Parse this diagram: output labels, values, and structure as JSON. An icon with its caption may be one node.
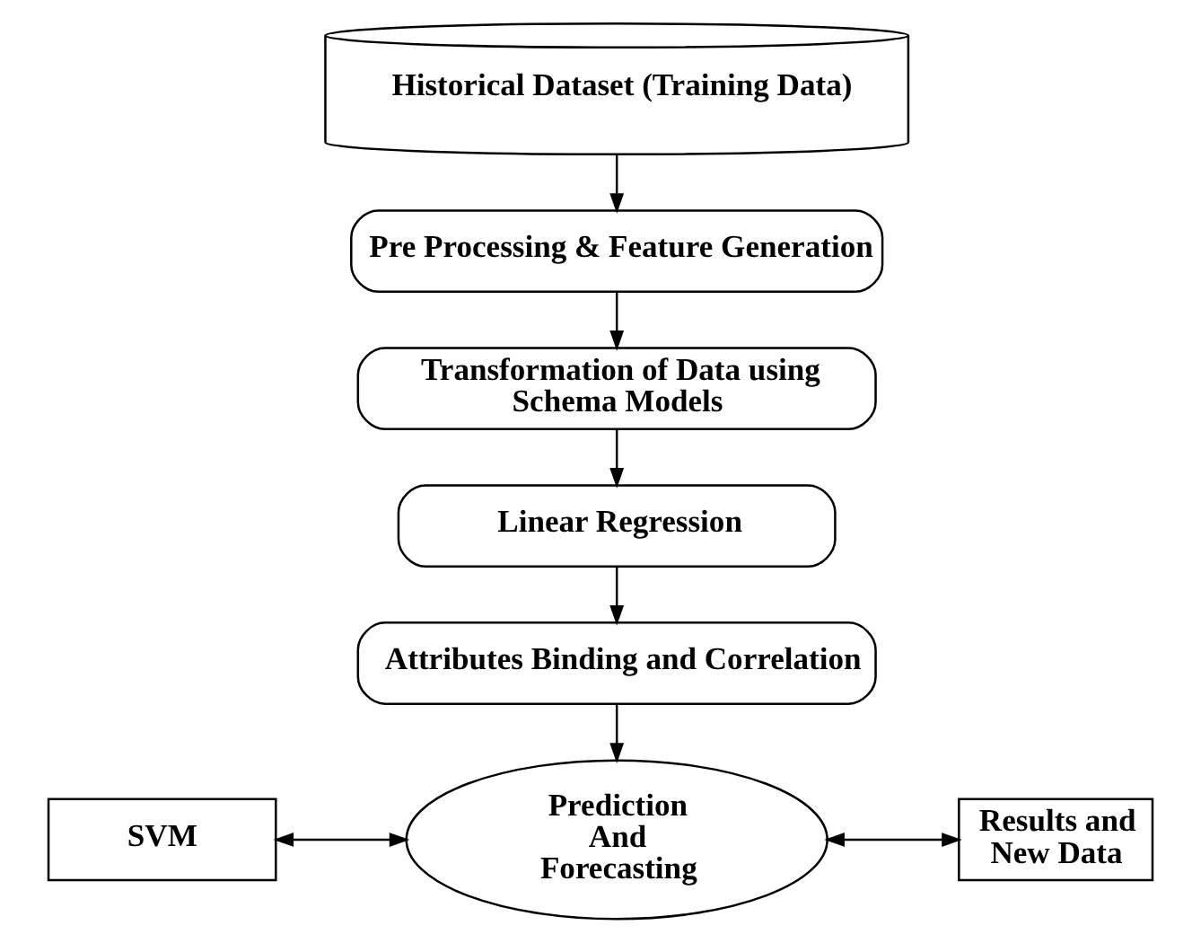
{
  "diagram": {
    "nodes": [
      {
        "text": [
          "Historical Dataset (Training Data)"
        ]
      },
      {
        "text": [
          "Pre Processing & Feature Generation"
        ]
      },
      {
        "text": [
          "Transformation of Data using Schema Models"
        ]
      },
      {
        "text": [
          "Linear Regression"
        ]
      },
      {
        "text": [
          "Attributes Binding and Correlation"
        ]
      },
      {
        "text": [
          "SVM"
        ]
      },
      {
        "text": [
          "Prediction And Forecasting"
        ]
      },
      {
        "text": [
          "Results and New Data"
        ]
      }
    ],
    "edges": [
      {
        "from": 0,
        "to": 1,
        "arrow": "to"
      },
      {
        "from": 1,
        "to": 2,
        "arrow": "to"
      },
      {
        "from": 2,
        "to": 3,
        "arrow": "to"
      },
      {
        "from": 3,
        "to": 4,
        "arrow": "to"
      },
      {
        "from": 4,
        "to": 6,
        "arrow": "to"
      },
      {
        "from": 5,
        "to": 6,
        "arrow": "both"
      },
      {
        "from": 6,
        "to": 7,
        "arrow": "both"
      }
    ]
  }
}
